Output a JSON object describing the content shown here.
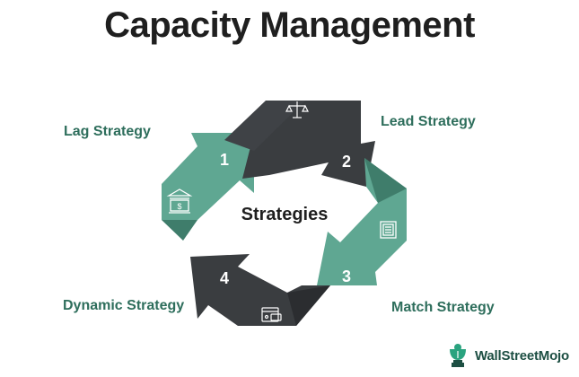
{
  "title": "Capacity Management",
  "center_label": "Strategies",
  "segments": [
    {
      "number": "1",
      "label": "Lag Strategy",
      "icon": "bank-icon"
    },
    {
      "number": "2",
      "label": "Lead Strategy",
      "icon": "scales-icon"
    },
    {
      "number": "3",
      "label": "Match Strategy",
      "icon": "safe-icon"
    },
    {
      "number": "4",
      "label": "Dynamic Strategy",
      "icon": "payment-card-icon"
    }
  ],
  "brand": {
    "name": "WallStreetMojo",
    "icon": "mojo-logo-icon"
  },
  "colors": {
    "teal": "#5fa792",
    "teal_dark": "#3f7d6b",
    "dark": "#3a3d40",
    "dark_shade": "#2b2d30",
    "label": "#2e6e5c"
  }
}
